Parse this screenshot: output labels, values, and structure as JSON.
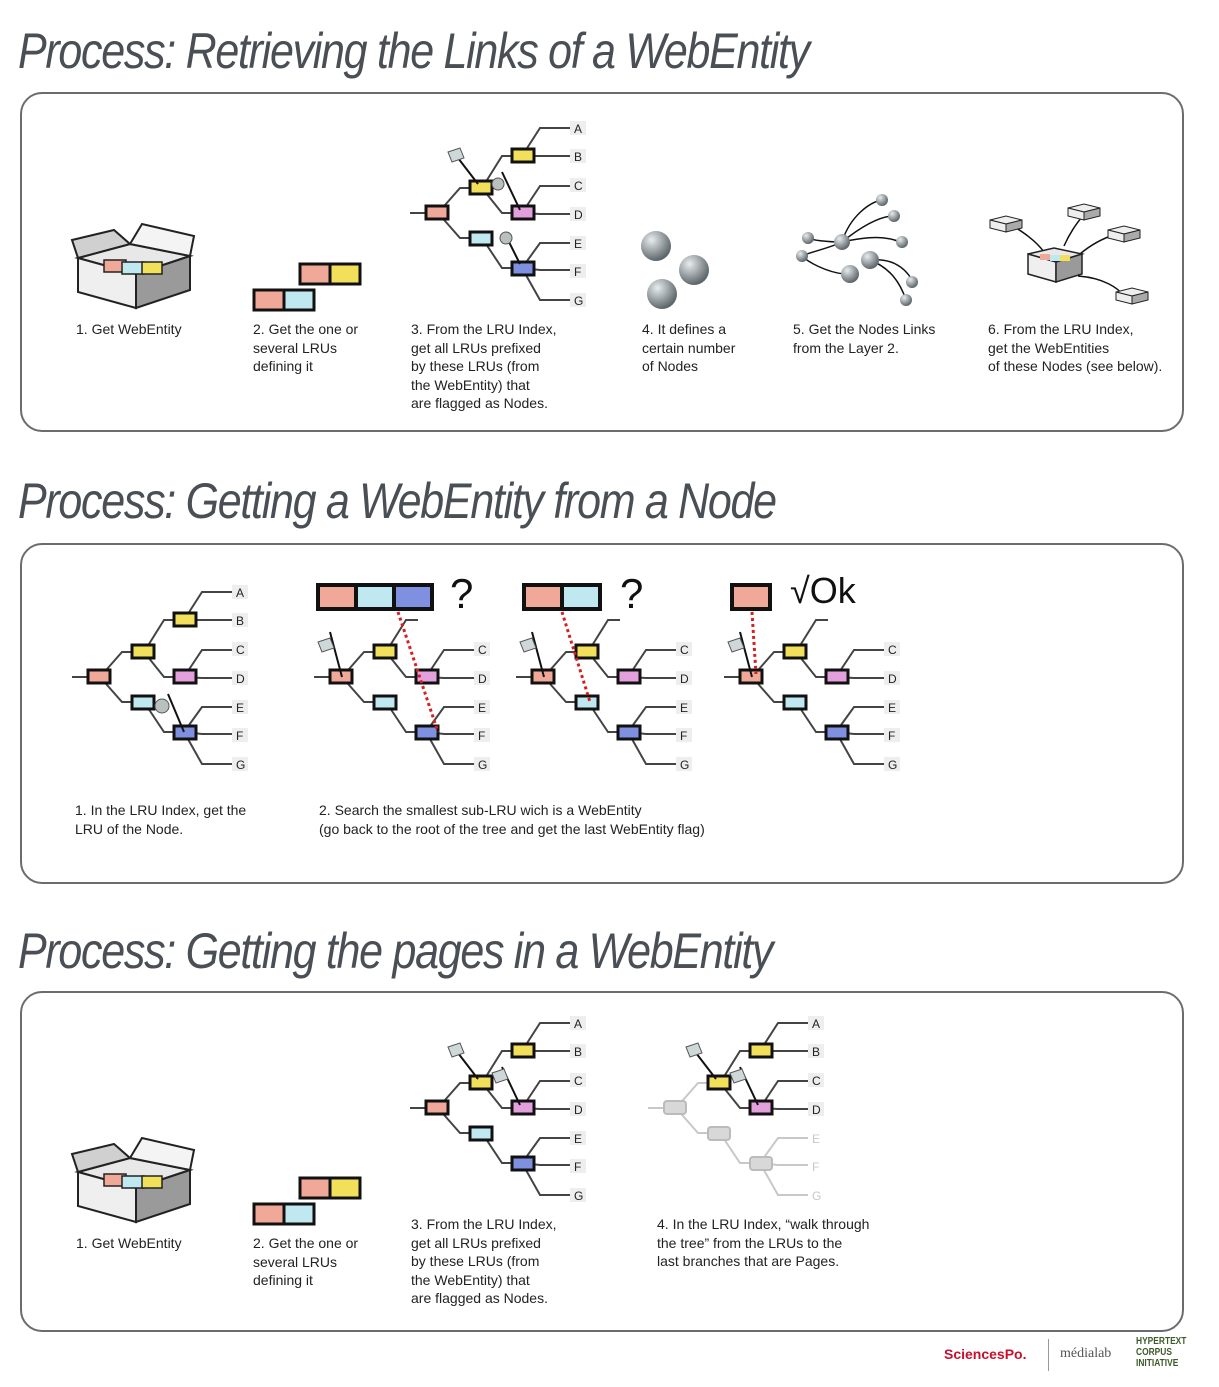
{
  "sections": [
    {
      "title": "Process: Retrieving the Links of a WebEntity",
      "captions": [
        "1. Get WebEntity",
        "2. Get the one or\nseveral LRUs\ndefining it",
        "3. From the LRU Index,\nget all LRUs prefixed\nby these LRUs (from\nthe WebEntity) that\nare flagged as Nodes.",
        "4. It defines a\ncertain number\nof Nodes",
        "5. Get the Nodes Links\nfrom the Layer 2.",
        "6. From the LRU Index,\nget the WebEntities\nof these Nodes (see below)."
      ]
    },
    {
      "title": "Process: Getting a WebEntity from a Node",
      "captions": [
        "1. In the LRU Index, get the\nLRU of the Node.",
        "2. Search the smallest sub-LRU wich is a WebEntity\n(go back to the root of the tree and get the last WebEntity flag)"
      ],
      "question_mark": "?",
      "ok_label": "√Ok"
    },
    {
      "title": "Process: Getting the pages in a WebEntity",
      "captions": [
        "1. Get WebEntity",
        "2. Get the one or\nseveral LRUs\ndefining it",
        "3. From the LRU Index,\nget all LRUs prefixed\nby these LRUs (from\nthe WebEntity) that\nare flagged as Nodes.",
        "4. In the LRU Index, “walk through\nthe tree” from the LRUs to the\nlast branches that are Pages."
      ]
    }
  ],
  "tree_leaves": [
    "A",
    "B",
    "C",
    "D",
    "E",
    "F",
    "G"
  ],
  "colors": {
    "salmon": "#f0a898",
    "yellow": "#f2e05a",
    "pink": "#e4a0dc",
    "cyan": "#c0e8f0",
    "blue": "#8090e0",
    "grey_block": "#d8d8d8",
    "dotted_link": "#d42020",
    "sphere": "#8a9398"
  },
  "footer": {
    "sciencespo": "SciencesPo.",
    "medialab": "médialab",
    "hci": "HYPERTEXT\nCORPUS\nINITIATIVE"
  }
}
